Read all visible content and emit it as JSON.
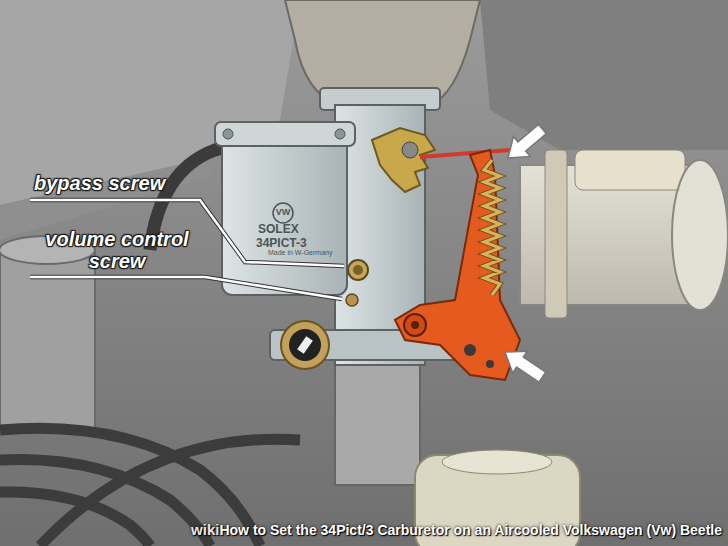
{
  "diagram": {
    "labels": [
      "bypass screw",
      "volume control screw",
      "VW",
      "SOLEX",
      "34PICT-3",
      "Made in W-Germany",
      "wiki",
      "How to Set the 34Pict/3 Carburetor on an Aircooled Volkswagen (Vw) Beetle"
    ]
  }
}
